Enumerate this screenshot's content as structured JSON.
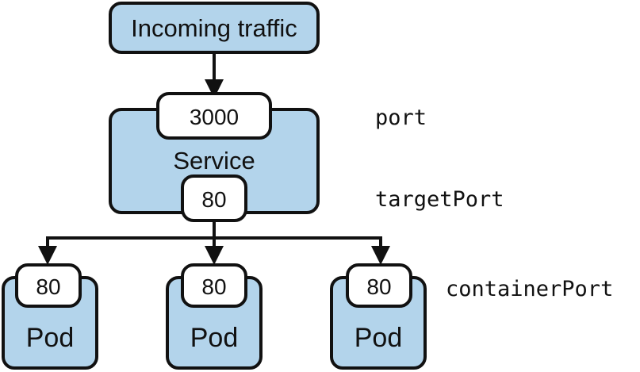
{
  "diagram": {
    "incoming_label": "Incoming traffic",
    "service_label": "Service",
    "service_port": "3000",
    "service_target_port": "80",
    "pods": [
      {
        "label": "Pod",
        "port": "80"
      },
      {
        "label": "Pod",
        "port": "80"
      },
      {
        "label": "Pod",
        "port": "80"
      }
    ],
    "annotations": {
      "port": "port",
      "target_port": "targetPort",
      "container_port": "containerPort"
    }
  },
  "colors": {
    "box_fill": "#b3d4eb",
    "port_fill": "#ffffff",
    "stroke": "#111111"
  }
}
